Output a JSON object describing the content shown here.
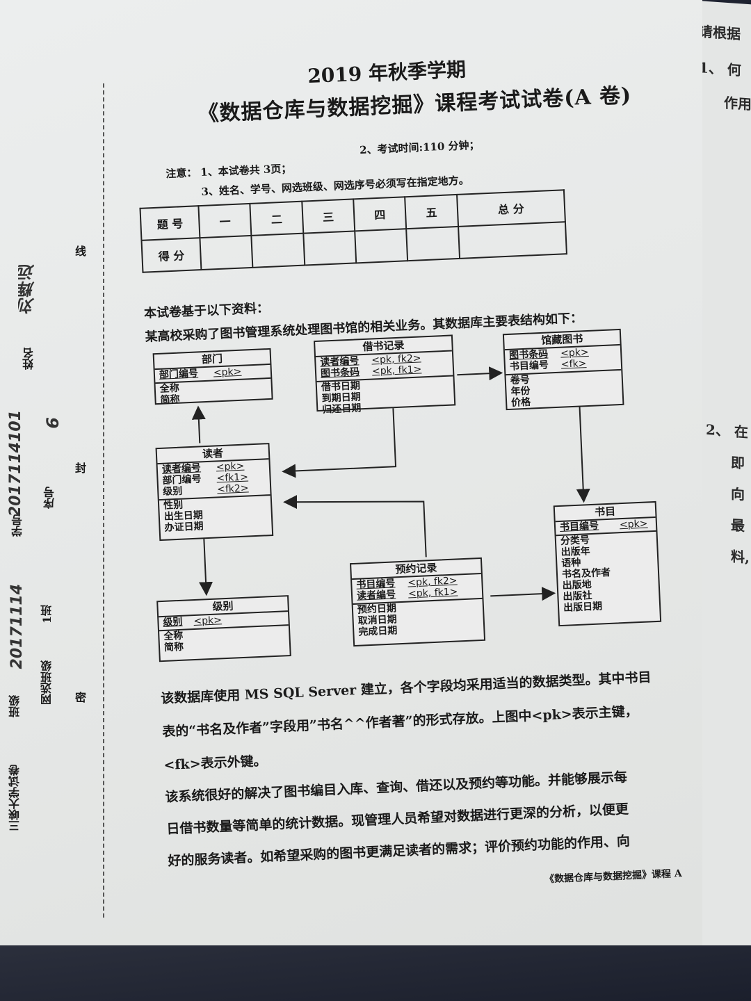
{
  "header": {
    "semester": "2019 年秋季学期",
    "course_title": "《数据仓库与数据挖掘》课程考试试卷(A 卷)",
    "note_label": "注意：",
    "note1": "1、本试卷共 3页；",
    "note2": "2、考试时间:110 分钟；",
    "note3": "3、姓名、学号、网选班级、网选序号必须写在指定地方。"
  },
  "score_table": {
    "row1_label": "题 号",
    "row2_label": "得 分",
    "columns": [
      "一",
      "二",
      "三",
      "四",
      "五",
      "总 分"
    ]
  },
  "binding": {
    "char_line": "线",
    "char_seal": "封",
    "char_secret": "密",
    "name_label": "姓名",
    "name_value": "刘辉远",
    "id_label": "学号",
    "id_value": "2017114101",
    "seq_label": "序号",
    "seq_value": "6",
    "netclass_label": "网选班级",
    "netclass_value": "1班",
    "class_label": "班级",
    "class_value": "20171114",
    "school": "三峡大学试卷"
  },
  "intro": {
    "line1": "本试卷基于以下资料：",
    "line2": "某高校采购了图书管理系统处理图书馆的相关业务。其数据库主要表结构如下："
  },
  "diagram": {
    "entities": [
      {
        "id": "dept",
        "title": "部门",
        "keys": [
          {
            "name": "部门编号",
            "key": "<pk>"
          }
        ],
        "fields": [
          "全称",
          "简称"
        ]
      },
      {
        "id": "borrow",
        "title": "借书记录",
        "keys": [
          {
            "name": "读者编号",
            "key": "<pk, fk2>"
          },
          {
            "name": "图书条码",
            "key": "<pk, fk1>"
          }
        ],
        "fields": [
          "借书日期",
          "到期日期",
          "归还日期"
        ]
      },
      {
        "id": "holding",
        "title": "馆藏图书",
        "keys": [
          {
            "name": "图书条码",
            "key": "<pk>"
          },
          {
            "name": "书目编号",
            "key": "<fk>"
          }
        ],
        "fields": [
          "卷号",
          "年份",
          "价格"
        ]
      },
      {
        "id": "reader",
        "title": "读者",
        "keys": [
          {
            "name": "读者编号",
            "key": "<pk>"
          },
          {
            "name": "部门编号",
            "key": "<fk1>"
          },
          {
            "name": "级别",
            "key": "<fk2>"
          }
        ],
        "fields": [
          "性别",
          "出生日期",
          "办证日期"
        ]
      },
      {
        "id": "level",
        "title": "级别",
        "keys": [
          {
            "name": "级别",
            "key": "<pk>"
          }
        ],
        "fields": [
          "全称",
          "简称"
        ]
      },
      {
        "id": "reserve",
        "title": "预约记录",
        "keys": [
          {
            "name": "书目编号",
            "key": "<pk, fk2>"
          },
          {
            "name": "读者编号",
            "key": "<pk, fk1>"
          }
        ],
        "fields": [
          "预约日期",
          "取消日期",
          "完成日期"
        ]
      },
      {
        "id": "catalog",
        "title": "书目",
        "keys": [
          {
            "name": "书目编号",
            "key": "<pk>"
          }
        ],
        "fields": [
          "分类号",
          "出版年",
          "语种",
          "书名及作者",
          "出版地",
          "出版社",
          "出版日期"
        ]
      }
    ]
  },
  "body_text": {
    "line1": "该数据库使用 MS SQL Server 建立，各个字段均采用适当的数据类型。其中书目",
    "line2": "表的“书名及作者”字段用”书名^^作者著”的形式存放。上图中<pk>表示主键，",
    "line3": "<fk>表示外键。",
    "line4": "该系统很好的解决了图书编目入库、查询、借还以及预约等功能。并能够展示每",
    "line5": "日借书数量等简单的统计数据。现管理人员希望对数据进行更深的分析，以便更",
    "line6": "好的服务读者。如希望采购的图书更满足读者的需求；评价预约功能的作用、向"
  },
  "footer": "《数据仓库与数据挖掘》课程 A",
  "side_page": {
    "line1": "请根据",
    "line2": "1、 何",
    "line3": "作用",
    "line4": "2、 在",
    "line5": "即",
    "line6": "向",
    "line7": "最",
    "line8": "料,"
  }
}
